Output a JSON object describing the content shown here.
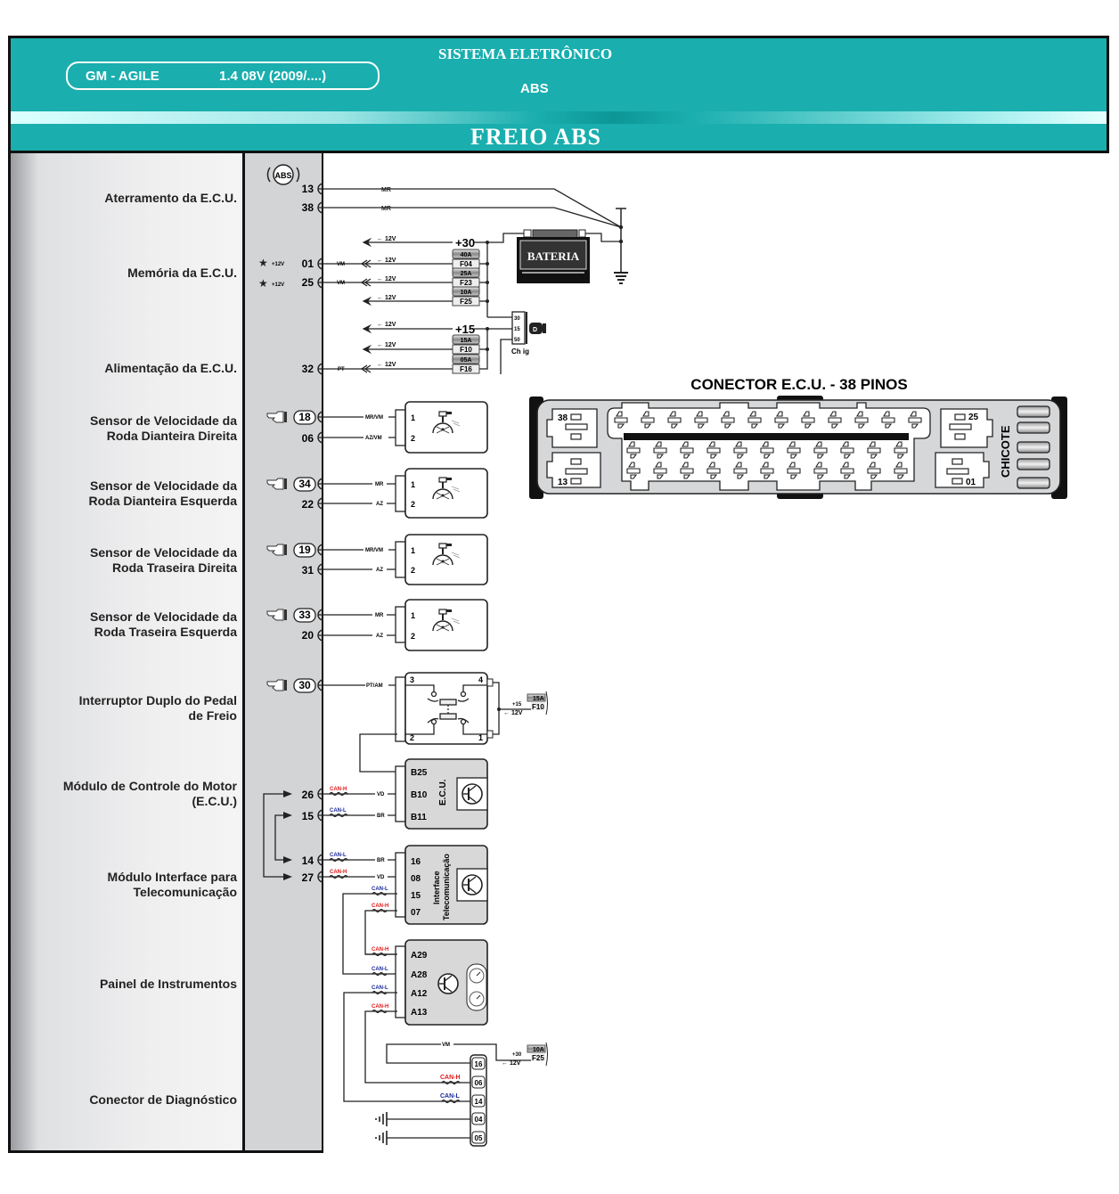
{
  "header": {
    "make": "GM - AGILE",
    "engine": "1.4 08V (2009/....)",
    "system_title": "SISTEMA ELETRÔNICO",
    "system_sub": "ABS",
    "main_title": "FREIO ABS",
    "colors": {
      "band": "#1aaeae",
      "text": "#ffffff"
    }
  },
  "sections": [
    {
      "label1": "Aterramento da E.C.U.",
      "label2": ""
    },
    {
      "label1": "Memória da E.C.U.",
      "label2": ""
    },
    {
      "label1": "Alimentação da E.C.U.",
      "label2": ""
    },
    {
      "label1": "Sensor de Velocidade da",
      "label2": "Roda Dianteira Direita"
    },
    {
      "label1": "Sensor de Velocidade da",
      "label2": "Roda Dianteira Esquerda"
    },
    {
      "label1": "Sensor de Velocidade da",
      "label2": "Roda Traseira Direita"
    },
    {
      "label1": "Sensor de Velocidade da",
      "label2": "Roda Traseira Esquerda"
    },
    {
      "label1": "Interruptor Duplo do Pedal",
      "label2": "de Freio"
    },
    {
      "label1": "Módulo de Controle do Motor",
      "label2": "(E.C.U.)"
    },
    {
      "label1": "Módulo Interface para",
      "label2": "Telecomunicação"
    },
    {
      "label1": "Painel de Instrumentos",
      "label2": ""
    },
    {
      "label1": "Conector de Diagnóstico",
      "label2": ""
    }
  ],
  "ecu": {
    "badge": "ABS",
    "pins": {
      "p13": "13",
      "p38": "38",
      "p01": "01",
      "p25": "25",
      "p32": "32",
      "p18": "18",
      "p06": "06",
      "p34": "34",
      "p22": "22",
      "p19": "19",
      "p31": "31",
      "p33": "33",
      "p20": "20",
      "p30": "30",
      "p26": "26",
      "p15": "15",
      "p14": "14",
      "p27": "27"
    },
    "memory_note": "+12V"
  },
  "wires": {
    "mr": "MR",
    "vm": "VM",
    "pt": "PT",
    "mrvm": "MR/VM",
    "azvm": "AZ/VM",
    "az": "AZ",
    "ptam": "PT/AM",
    "vd": "VD",
    "br": "BR",
    "canh": "CAN-H",
    "canl": "CAN-L",
    "v12": "← 12V",
    "plus30": "+30",
    "plus15": "+15"
  },
  "fuses": [
    {
      "amp": "40A",
      "id": "F04"
    },
    {
      "amp": "25A",
      "id": "F23"
    },
    {
      "amp": "10A",
      "id": "F25"
    },
    {
      "amp": "15A",
      "id": "F10"
    },
    {
      "amp": "05A",
      "id": "F16"
    }
  ],
  "battery": {
    "label": "BATERIA"
  },
  "ignition": {
    "label": "Ch ig",
    "pins": [
      "30",
      "15",
      "50"
    ]
  },
  "sensor_pins": [
    "1",
    "2"
  ],
  "brake_switch": {
    "pins": [
      "3",
      "4",
      "2",
      "1"
    ],
    "fuse_amp": "15A",
    "fuse_id": "F10",
    "supply": "+15",
    "v12": "← 12V"
  },
  "engine_ecu": {
    "label": "E.C.U.",
    "pins": [
      "B25",
      "B10",
      "B11"
    ]
  },
  "telecom": {
    "label1": "Interface",
    "label2": "Telecomunicação",
    "pins": [
      "16",
      "08",
      "15",
      "07"
    ]
  },
  "panel": {
    "pins": [
      "A29",
      "A28",
      "A12",
      "A13"
    ]
  },
  "diag": {
    "pins": [
      "16",
      "06",
      "14",
      "04",
      "05"
    ],
    "fuse_amp": "10A",
    "fuse_id": "F25",
    "supply": "+30",
    "v12": "← 12V",
    "wire": "VM"
  },
  "connector": {
    "title": "CONECTOR E.C.U. - 38 PINOS",
    "corner_pins": [
      "38",
      "13",
      "25",
      "01"
    ],
    "side_label": "CHICOTE"
  }
}
